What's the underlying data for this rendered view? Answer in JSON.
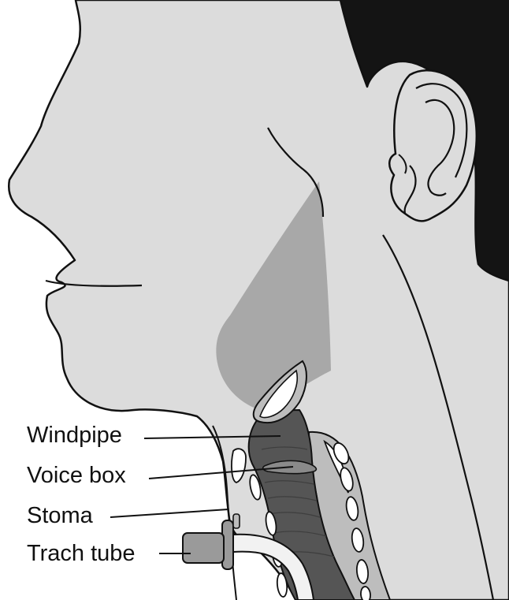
{
  "diagram": {
    "labels": {
      "windpipe": "Windpipe",
      "voice_box": "Voice box",
      "stoma": "Stoma",
      "trach_tube": "Trach tube"
    }
  },
  "colors": {
    "background": "#ffffff",
    "skin": "#dcdcdc",
    "hair": "#141414",
    "jaw_shadow": "#a8a8a8",
    "airway": "#555555",
    "spine": "#bdbdbd",
    "vertebra": "#ffffff",
    "tube": "#9a9a9a",
    "outline": "#111111"
  }
}
